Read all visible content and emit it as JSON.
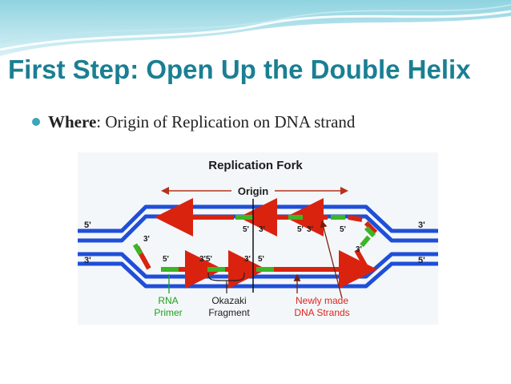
{
  "slide": {
    "title": "First Step: Open Up the Double Helix",
    "bullet": {
      "label": "Where",
      "separator": ":",
      "text": " Origin of Replication on DNA strand"
    }
  },
  "diagram": {
    "heading": "Replication Fork",
    "origin_label": "Origin",
    "end_labels": {
      "left_top": "5'",
      "left_bottom": "3'",
      "right_top": "3'",
      "right_bottom": "5'"
    },
    "strand_labels": {
      "top_origin_left": "5'",
      "top_origin_right": "3'",
      "top_right_a": "5'",
      "top_right_b": "3'",
      "top_right_c": "5'",
      "left_diag": "3'",
      "right_diag": "3'",
      "bottom_a": "5'",
      "bottom_b": "3'5'",
      "bottom_c": "3'",
      "bottom_d": "5'"
    },
    "callouts": {
      "rna_primer_line1": "RNA",
      "rna_primer_line2": "Primer",
      "okazaki_line1": "Okazaki",
      "okazaki_line2": "Fragment",
      "newly_line1": "Newly made",
      "newly_line2": "DNA Strands"
    },
    "colors": {
      "parental_strand": "#1f4fd8",
      "new_strand": "#d9230f",
      "primer": "#3cb526",
      "callout_green": "#1aa31a",
      "callout_red": "#e0241b",
      "title": "#1a7f93"
    }
  }
}
